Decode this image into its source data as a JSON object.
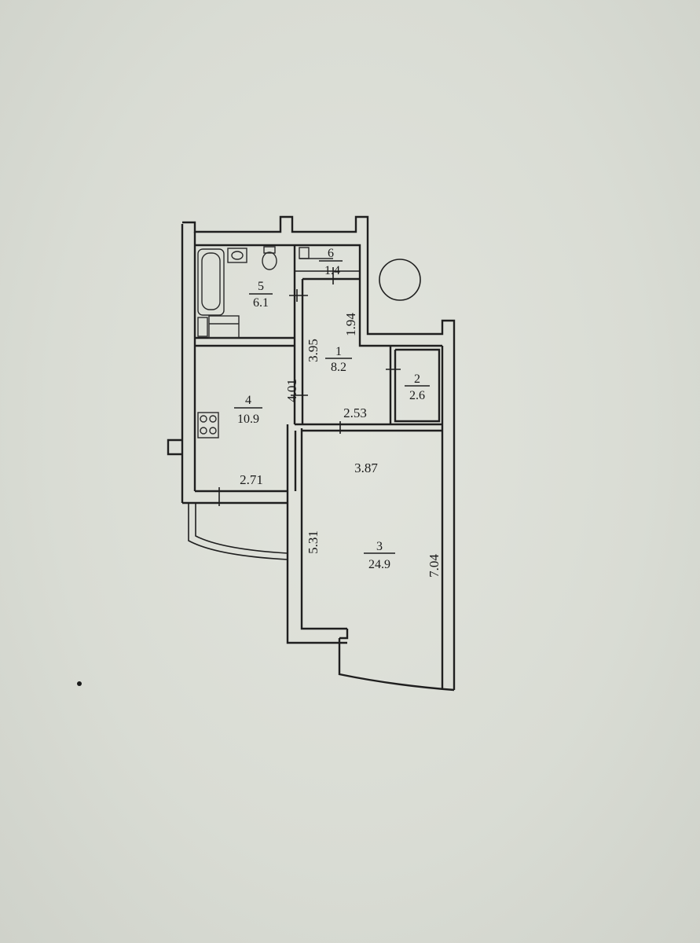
{
  "rooms": [
    {
      "number": "5",
      "area": "6.1"
    },
    {
      "number": "6",
      "area": "1.4"
    },
    {
      "number": "1",
      "area": "8.2"
    },
    {
      "number": "2",
      "area": "2.6"
    },
    {
      "number": "4",
      "area": "10.9"
    },
    {
      "number": "3",
      "area": "24.9"
    }
  ],
  "dimensions": {
    "hall_width": "3.95",
    "hall_depth": "4.01",
    "corridor_width": "1.94",
    "hall_bottom": "2.53",
    "kitchen_width": "2.71",
    "living_top": "3.87",
    "living_left": "5.31",
    "living_right": "7.04"
  }
}
